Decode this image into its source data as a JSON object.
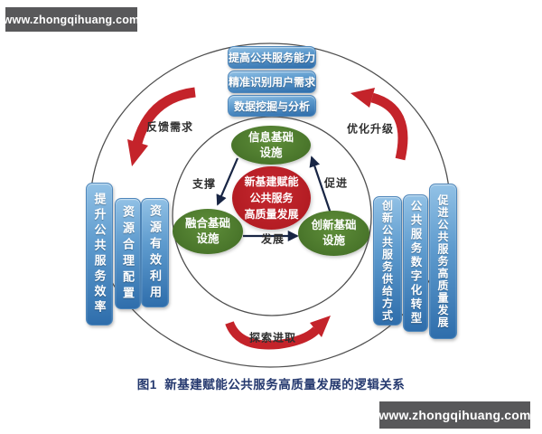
{
  "watermarks": {
    "top": "www.zhongqihuang.com",
    "bottom": "www.zhongqihuang.com"
  },
  "diagram": {
    "top_boxes": [
      "提高公共服务能力",
      "精准识别用户需求",
      "数据挖掘与分析"
    ],
    "left_boxes": [
      "提升公共服务效率",
      "资源合理配置",
      "资源有效利用"
    ],
    "right_boxes": [
      "创新公共服务供给方式",
      "公共服务数字化转型",
      "促进公共服务高质量发展"
    ],
    "center_circle_lines": [
      "新基建赋能",
      "公共服务",
      "高质量发展"
    ],
    "ellipse_top_lines": [
      "信息基础",
      "设施"
    ],
    "ellipse_left_lines": [
      "融合基础",
      "设施"
    ],
    "ellipse_right_lines": [
      "创新基础",
      "设施"
    ],
    "edge_labels": {
      "support": "支撑",
      "promote": "促进",
      "develop": "发展"
    },
    "arc_labels": {
      "feedback": "反馈需求",
      "optimize": "优化升级",
      "explore": "探索进取"
    },
    "caption": "图1  新基建赋能公共服务高质量发展的逻辑关系"
  },
  "colors": {
    "banner_bg": "#58585a",
    "blue_box": "#2e6dab",
    "green_ellipse": "#4a762b",
    "red_circle": "#b31c23",
    "red_arrow": "#c4232a",
    "caption_text": "#24386e",
    "ring_stroke": "#4f4f4f",
    "connector": "#182544"
  }
}
